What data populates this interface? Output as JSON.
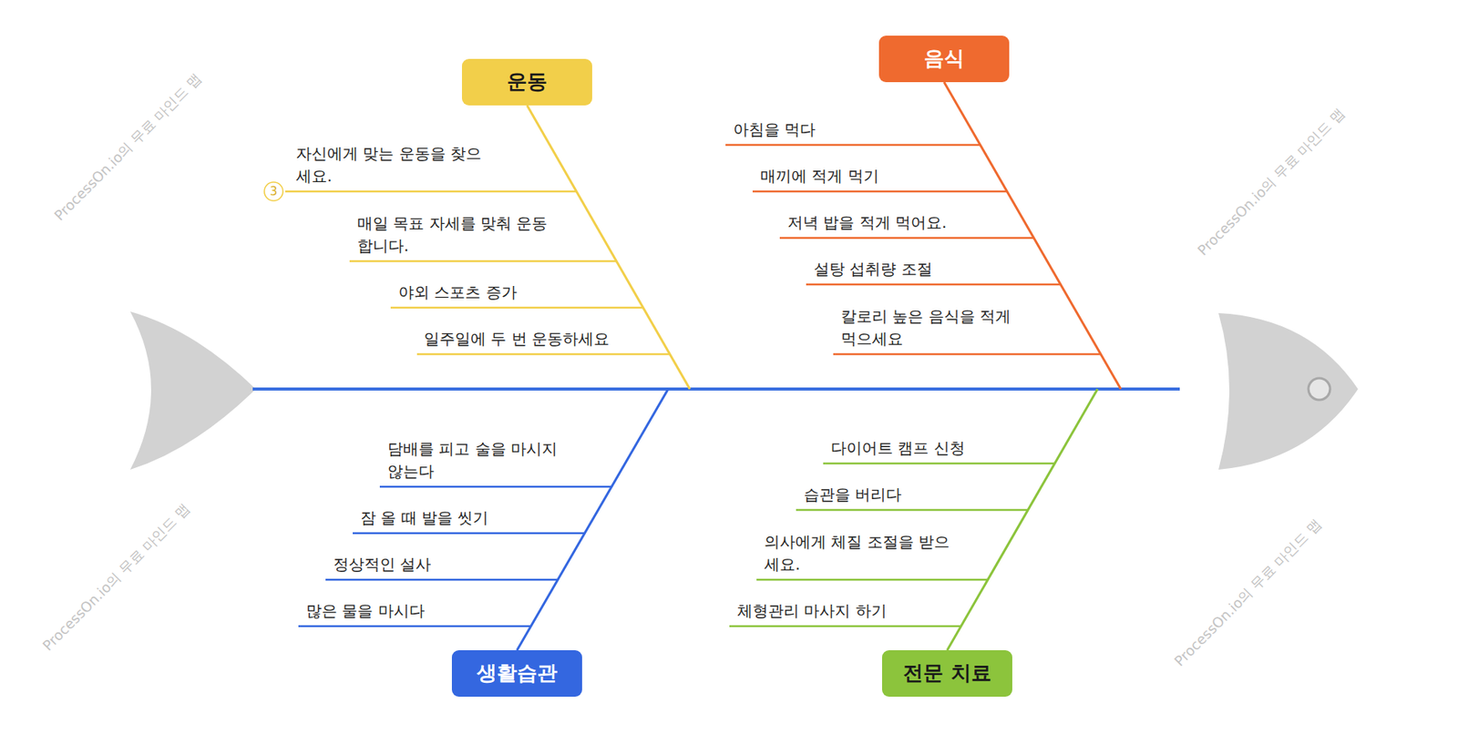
{
  "diagram": {
    "nodes": [
      {
        "text": [
          "운동"
        ]
      },
      {
        "text": [
          "음식"
        ]
      },
      {
        "text": [
          "생활습관"
        ]
      },
      {
        "text": [
          "전문 치료"
        ]
      }
    ],
    "labels": [
      "자신에게 맞는 운동을 찾으세요.",
      "3",
      "매일 목표 자세를 맞춰 운동합니다.",
      "야외 스포츠 증가",
      "일주일에 두 번 운동하세요",
      "아침을 먹다",
      "매끼에 적게 먹기",
      "저녁 밥을 적게 먹어요.",
      "설탕 섭취량 조절",
      "칼로리 높은 음식을 적게 먹으세요",
      "담배를 피고 술을 마시지 않는다",
      "잠 올 때 발을 씻기",
      "정상적인 설사",
      "많은 물을 마시다",
      "다이어트 캠프 신청",
      "습관을 버리다",
      "의사에게 체질 조절을 받으세요.",
      "체형관리 마사지 하기",
      "ProcessOn.io의 무료 마인드 맵",
      "ProcessOn.io의 무료 마인드 맵",
      "ProcessOn.io의 무료 마인드 맵",
      "ProcessOn.io의 무료 마인드 맵"
    ]
  }
}
